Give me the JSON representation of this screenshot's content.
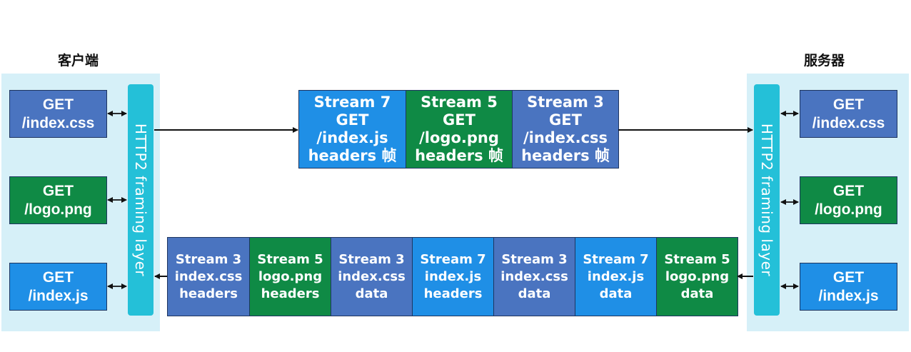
{
  "client": {
    "label": "客户端",
    "requests": [
      {
        "method": "GET",
        "path": "/index.css",
        "color": "#4a74c0"
      },
      {
        "method": "GET",
        "path": "/logo.png",
        "color": "#0f8a45"
      },
      {
        "method": "GET",
        "path": "/index.js",
        "color": "#1f8fe6"
      }
    ],
    "framing_label": "HTTP2 framing layer"
  },
  "server": {
    "label": "服务器",
    "requests": [
      {
        "method": "GET",
        "path": "/index.css",
        "color": "#4a74c0"
      },
      {
        "method": "GET",
        "path": "/logo.png",
        "color": "#0f8a45"
      },
      {
        "method": "GET",
        "path": "/index.js",
        "color": "#1f8fe6"
      }
    ],
    "framing_label": "HTTP2 framing layer"
  },
  "request_frames": [
    {
      "lines": [
        "Stream 7",
        "GET",
        "/index.js",
        "headers 帧"
      ],
      "color": "#1f8fe6"
    },
    {
      "lines": [
        "Stream 5",
        "GET",
        "/logo.png",
        "headers 帧"
      ],
      "color": "#0f8a45"
    },
    {
      "lines": [
        "Stream 3",
        "GET",
        "/index.css",
        "headers 帧"
      ],
      "color": "#4a74c0"
    }
  ],
  "response_frames": [
    {
      "lines": [
        "Stream 3",
        "index.css",
        "headers"
      ],
      "color": "#4a74c0"
    },
    {
      "lines": [
        "Stream 5",
        "logo.png",
        "headers"
      ],
      "color": "#0f8a45"
    },
    {
      "lines": [
        "Stream 3",
        "index.css",
        "data"
      ],
      "color": "#4a74c0"
    },
    {
      "lines": [
        "Stream 7",
        "index.js",
        "headers"
      ],
      "color": "#1f8fe6"
    },
    {
      "lines": [
        "Stream 3",
        "index.css",
        "data"
      ],
      "color": "#4a74c0"
    },
    {
      "lines": [
        "Stream 7",
        "index.js",
        "data"
      ],
      "color": "#1f8fe6"
    },
    {
      "lines": [
        "Stream 5",
        "logo.png",
        "data"
      ],
      "color": "#0f8a45"
    }
  ],
  "colors": {
    "panel_bg": "#d6f0f8",
    "framing_bar": "#24c0d8",
    "border": "#1e3560"
  }
}
